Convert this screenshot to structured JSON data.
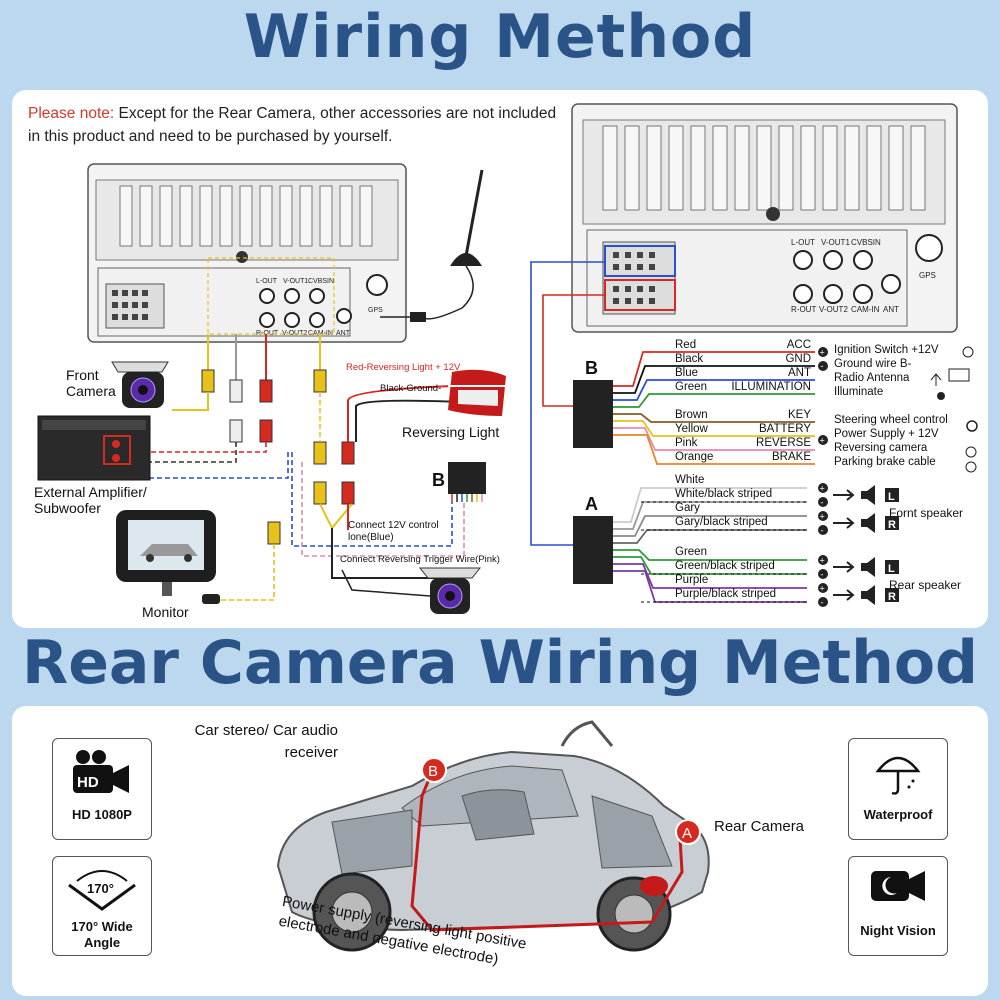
{
  "titles": {
    "wiring": "Wiring Method",
    "rear": "Rear Camera Wiring Method"
  },
  "note": {
    "lead": "Please note:",
    "text": " Except for the Rear Camera, other accessories are not included in this product and need to be purchased by yourself."
  },
  "left_unit": {
    "ports": [
      "L-OUT",
      "V-OUT1",
      "CVBSIN",
      "R-OUT",
      "V-OUT2",
      "CAM-IN",
      "ANT",
      "GPS"
    ],
    "labels": {
      "front_camera": "Front Camera",
      "amplifier": "External Amplifier/ Subwoofer",
      "monitor": "Monitor",
      "reversing_light": "Reversing Light",
      "red_wire": "Red-Reversing Light + 12V",
      "black_wire": "Black-Ground-",
      "connect_12v": "Connect 12V control lone(Blue)",
      "connect_trigger": "Connect Reversing Trigger Wire(Pink)",
      "harness_b": "B"
    }
  },
  "right_unit": {
    "ports": [
      "L-OUT",
      "V-OUT1",
      "CVBSIN",
      "R-OUT",
      "V-OUT2",
      "CAM-IN",
      "ANT",
      "GPS"
    ],
    "harness_b": "B",
    "harness_a": "A",
    "b_wires": [
      {
        "color_name": "Red",
        "function": "ACC",
        "dest": "Ignition Switch +12V",
        "color": "#d42a1f"
      },
      {
        "color_name": "Black",
        "function": "GND",
        "dest": "Ground wire B-",
        "color": "#111111"
      },
      {
        "color_name": "Blue",
        "function": "ANT",
        "dest": "Radio Antenna",
        "color": "#2a4fcf"
      },
      {
        "color_name": "Green",
        "function": "ILLUMINATION",
        "dest": "Illuminate",
        "color": "#2e9a3a"
      },
      {
        "color_name": "Brown",
        "function": "KEY",
        "dest": "Steering wheel control",
        "color": "#8a5a2b"
      },
      {
        "color_name": "Yellow",
        "function": "BATTERY",
        "dest": "Power Supply + 12V",
        "color": "#e6c21a"
      },
      {
        "color_name": "Pink",
        "function": "REVERSE",
        "dest": "Reversing camera",
        "color": "#e58aa8"
      },
      {
        "color_name": "Orange",
        "function": "BRAKE",
        "dest": "Parking brake cable",
        "color": "#e8862a"
      }
    ],
    "a_wires": [
      {
        "color_name": "White",
        "color": "#cccccc"
      },
      {
        "color_name": "White/black striped",
        "color": "#999999"
      },
      {
        "color_name": "Gary",
        "color": "#8a8a8a"
      },
      {
        "color_name": "Gary/black striped",
        "color": "#666666"
      },
      {
        "color_name": "Green",
        "color": "#2e9a3a"
      },
      {
        "color_name": "Green/black striped",
        "color": "#2e9a3a"
      },
      {
        "color_name": "Purple",
        "color": "#7a3aa8"
      },
      {
        "color_name": "Purple/black striped",
        "color": "#7a3aa8"
      }
    ],
    "speakers": {
      "front": "Fornt speaker",
      "rear": "Rear speaker",
      "left": "L",
      "right": "R"
    }
  },
  "rear_section": {
    "car_stereo": "Car stereo/ Car audio receiver",
    "rear_camera": "Rear Camera",
    "power_supply": "Power supply (reversing light positive electrode and negative electrode)",
    "marker_a": "A",
    "marker_b": "B",
    "features": {
      "hd_icon_text": "HD",
      "hd": "HD 1080P",
      "angle_icon_text": "170°",
      "angle": "170° Wide Angle",
      "waterproof": "Waterproof",
      "night": "Night Vision"
    }
  },
  "colors": {
    "title": "#2a5387",
    "background": "#bcd8ee",
    "note_red": "#d43a2a",
    "marker_red": "#d42a1f"
  }
}
